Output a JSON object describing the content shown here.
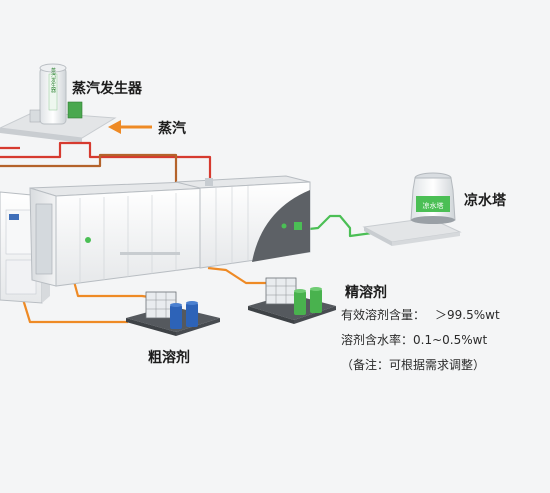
{
  "labels": {
    "steam_generator": "蒸汽发生器",
    "steam": "蒸汽",
    "cooling_tower": "凉水塔",
    "fine_solvent": "精溶剂",
    "crude_solvent": "粗溶剂"
  },
  "specs": {
    "content_label": "有效溶剂含量：",
    "content_value": "＞99.5%wt",
    "water_label": "溶剂含水率：",
    "water_value": "0.1~0.5%wt",
    "note": "（备注：可根据需求调整）"
  },
  "equipment_text": {
    "generator_sign": "蒸汽发生器",
    "tower_sign": "凉水塔"
  },
  "colors": {
    "steam_red": "#d63a2f",
    "brown_pipe": "#b4632b",
    "orange": "#ee8a25",
    "green": "#4bbf55",
    "panel": "#ffffff",
    "tank_blue": "#2d63b8",
    "tank_green": "#49b24e"
  }
}
